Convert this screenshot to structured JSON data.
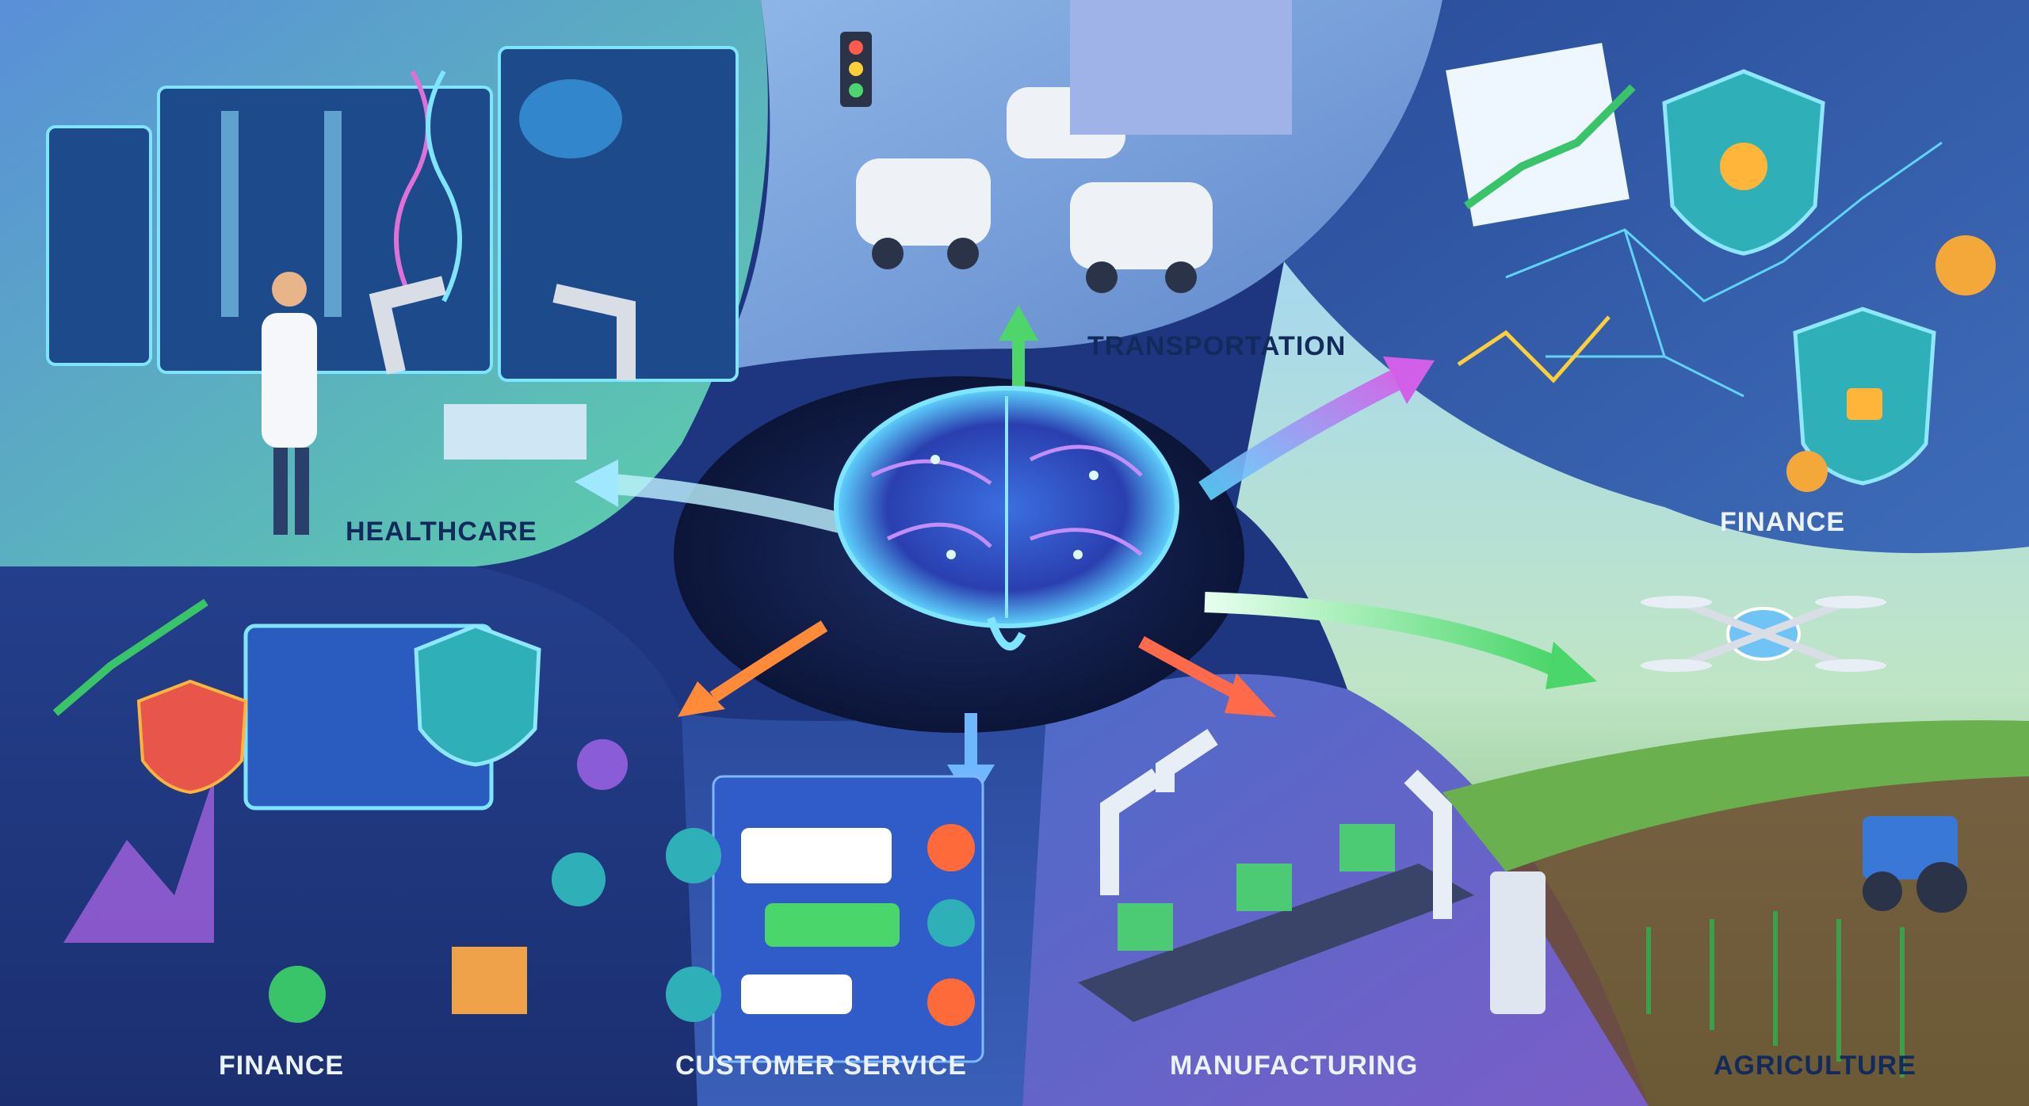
{
  "sectors": {
    "healthcare": "HEALTHCARE",
    "transportation": "TRANSPORTATION",
    "finance_top": "FINANCE",
    "finance_bottom": "FINANCE",
    "customer_service": "CUSTOMER SERVICE",
    "manufacturing": "MANUFACTURING",
    "agriculture": "AGRICULTURE"
  },
  "colors": {
    "healthcare_bg": "#4aa8c8",
    "transport_bg": "#6b8fd0",
    "finance_top_bg": "#2d4f9a",
    "finance_bottom_bg": "#1e3a82",
    "customer_bg": "#2e4a9e",
    "manufacturing_bg": "#5b63c4",
    "agriculture_bg": "#7cc28e",
    "core_dark": "#0f1b3f",
    "brain_glow": "#5fd4ff"
  },
  "icons": [
    "brain-icon",
    "car-icon",
    "traffic-light-icon",
    "shield-icon",
    "bell-icon",
    "lock-icon",
    "bitcoin-icon",
    "robot-arm-icon",
    "drone-icon",
    "tractor-icon",
    "chat-icon",
    "wrench-icon",
    "gear-icon",
    "microphone-icon",
    "box-icon",
    "dna-icon"
  ]
}
